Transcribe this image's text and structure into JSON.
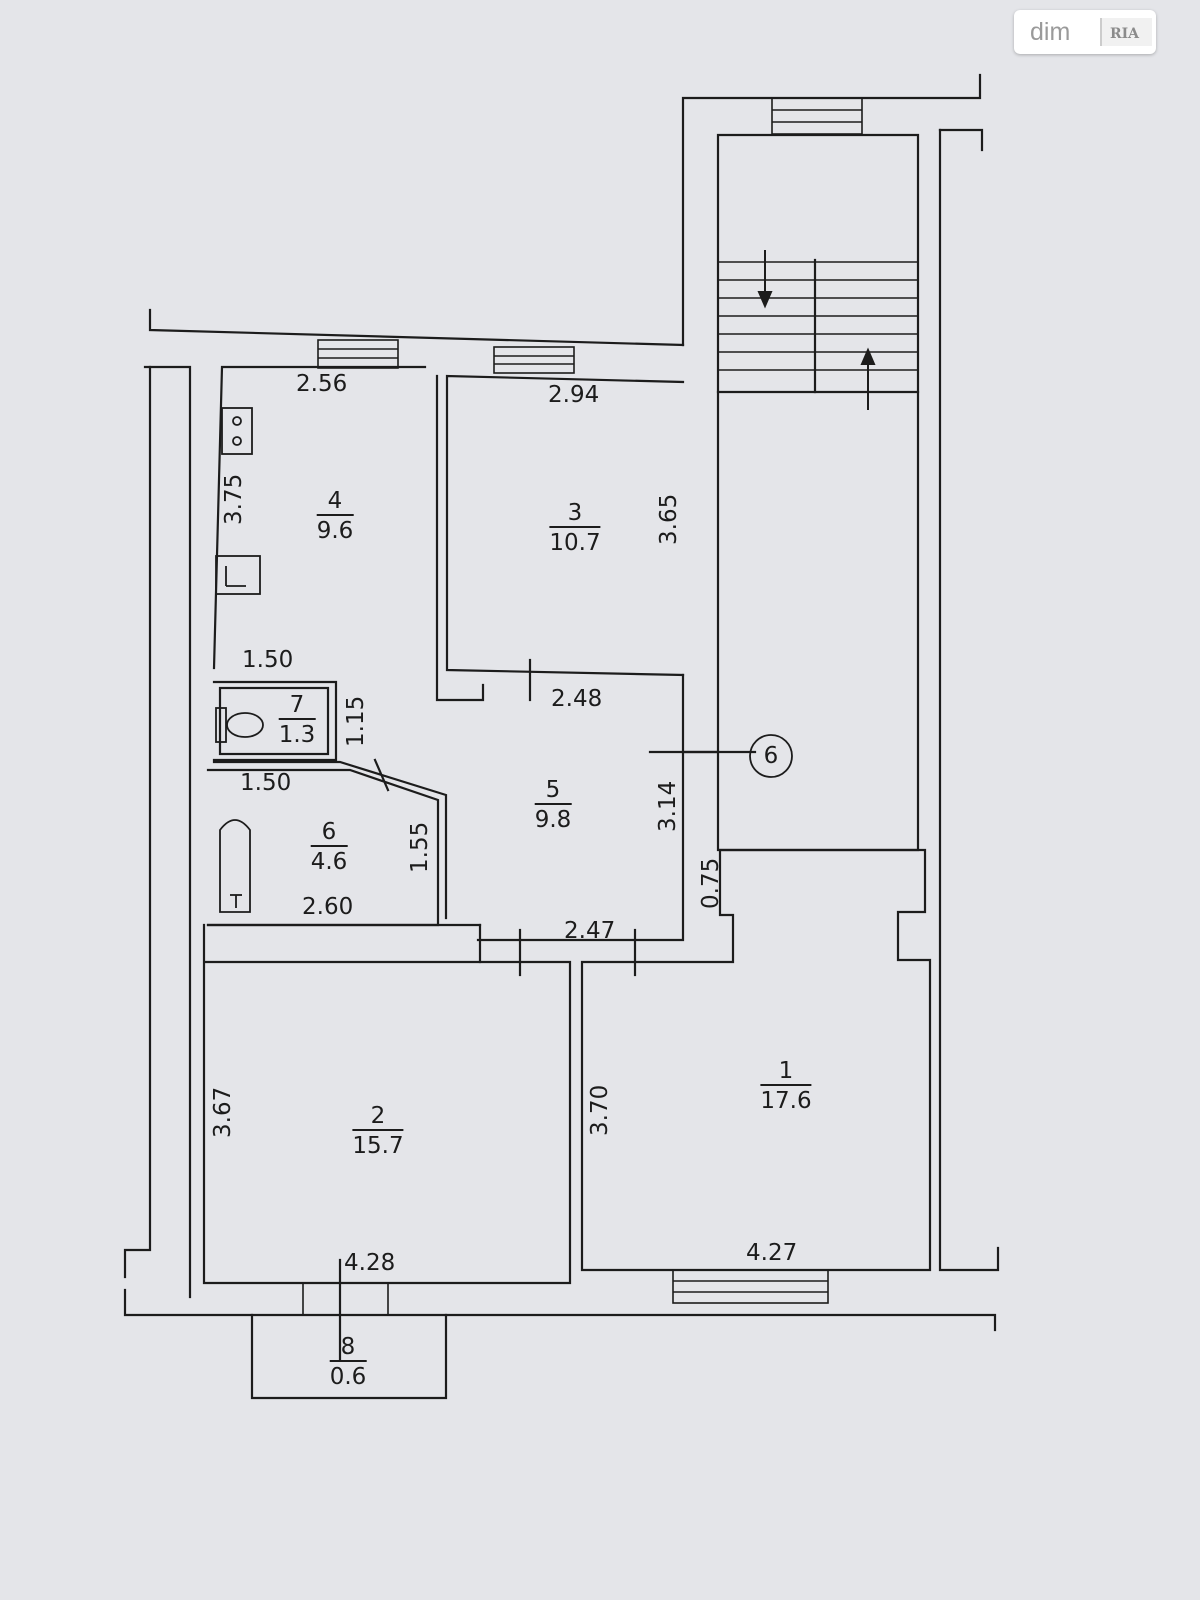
{
  "rooms": [
    {
      "number": "1",
      "area": "17.6"
    },
    {
      "number": "2",
      "area": "15.7"
    },
    {
      "number": "3",
      "area": "10.7"
    },
    {
      "number": "4",
      "area": "9.6"
    },
    {
      "number": "5",
      "area": "9.8"
    },
    {
      "number": "6",
      "area": "4.6"
    },
    {
      "number": "7",
      "area": "1.3"
    },
    {
      "number": "8",
      "area": "0.6"
    }
  ],
  "dimensions": {
    "r4_width": "2.56",
    "r3_width": "2.94",
    "r4_height": "3.75",
    "r3_height": "3.65",
    "r7_width_top": "1.50",
    "r7_height": "1.15",
    "r6_width_top": "1.50",
    "r5_top": "2.48",
    "r5_height": "3.14",
    "r6_height": "1.55",
    "r6_width": "2.60",
    "r5_bottom": "2.47",
    "niche": "0.75",
    "r2_height": "3.67",
    "r1_height": "3.70",
    "r2_width": "4.28",
    "r1_width": "4.27"
  },
  "stair_marker": "6",
  "watermark": {
    "dim": "dim",
    "ria": "RIA"
  }
}
